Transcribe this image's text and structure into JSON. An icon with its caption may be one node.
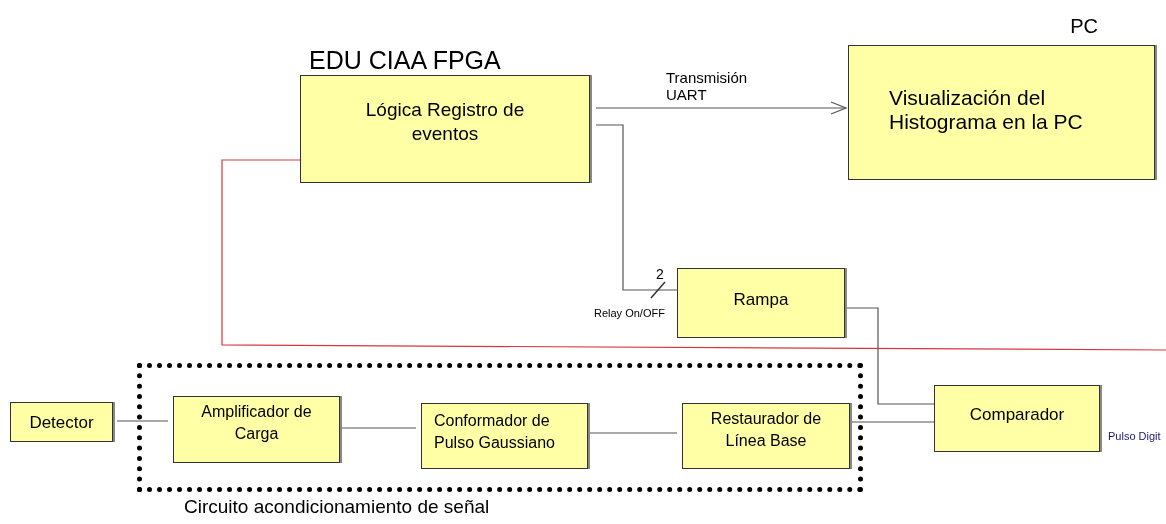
{
  "diagram": {
    "nodes": [
      {
        "text": [
          "Lógica Registro de eventos"
        ],
        "beside": [
          "EDU CIAA FPGA"
        ]
      },
      {
        "text": [
          "Visualización del Histograma en la PC"
        ],
        "beside": [
          "PC"
        ]
      },
      {
        "text": [
          "Rampa"
        ]
      },
      {
        "text": [
          "Circuito acondicionamiento de señal"
        ]
      },
      {
        "text": [
          "Detector"
        ]
      },
      {
        "text": [
          "Amplificador de Carga"
        ],
        "in": 3
      },
      {
        "text": [
          "Conformador de Pulso Gaussiano"
        ],
        "in": 3
      },
      {
        "text": [
          "Restaurador de Línea Base"
        ],
        "in": 3
      },
      {
        "text": [
          "Comparador"
        ]
      }
    ],
    "edges": [
      {
        "from": 0,
        "to": 1,
        "arrow": "to",
        "label": "Transmisión UART"
      },
      {
        "from": 0,
        "to": 2,
        "arrow": "none"
      },
      {
        "from": 0,
        "to": null,
        "arrow": "none",
        "color": "#d9363e"
      },
      {
        "from": 2,
        "to": 8,
        "arrow": "none"
      },
      {
        "from": 4,
        "to": 5,
        "arrow": "none"
      },
      {
        "from": 5,
        "to": 6,
        "arrow": "none"
      },
      {
        "from": 6,
        "to": 7,
        "arrow": "none"
      },
      {
        "from": 7,
        "to": 8,
        "arrow": "none"
      }
    ],
    "labels": [
      "2",
      "Relay On/OFF",
      "Pulso Digit"
    ]
  }
}
